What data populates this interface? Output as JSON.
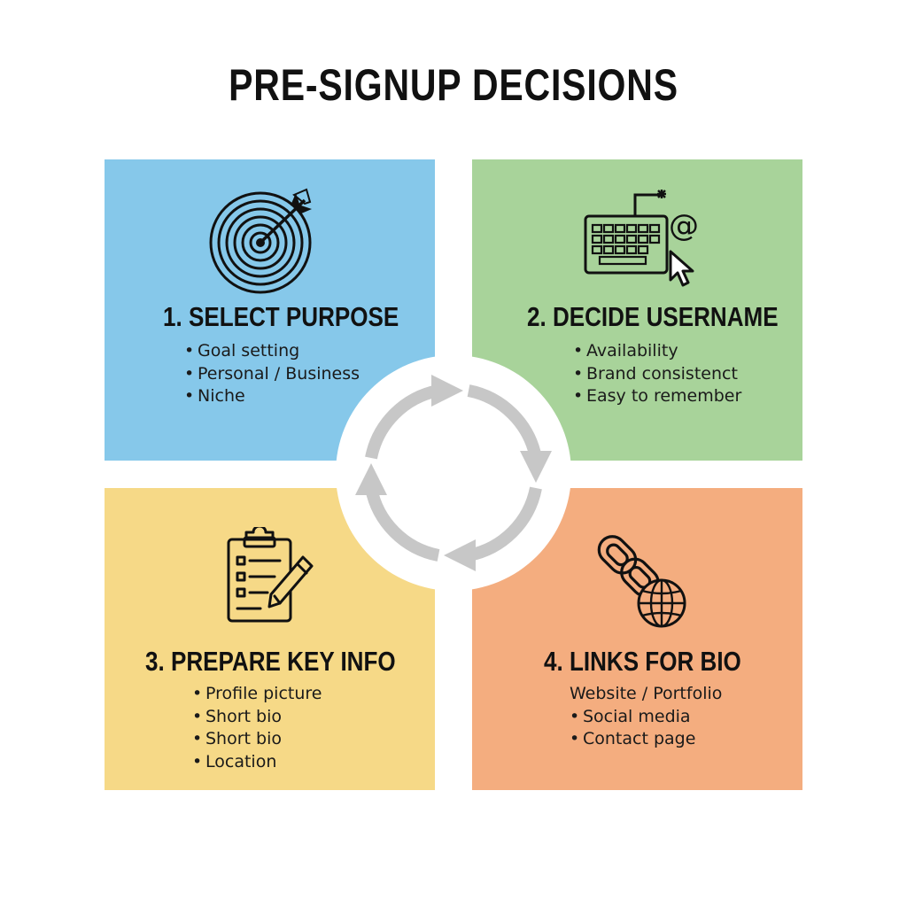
{
  "title": "PRE-SIGNUP DECISIONS",
  "colors": {
    "quadrant_1": "#86c8ea",
    "quadrant_2": "#a8d39a",
    "quadrant_3": "#f6d987",
    "quadrant_4": "#f4ad7f",
    "cycle_arrows": "#c7c7c7"
  },
  "steps": [
    {
      "heading": "1. SELECT PURPOSE",
      "icon": "target-icon",
      "items": [
        "Goal setting",
        "Personal / Business",
        "Niche"
      ]
    },
    {
      "heading": "2. DECIDE USERNAME",
      "icon": "keyboard-icon",
      "items": [
        "Availability",
        "Brand consistenct",
        "Easy to remember"
      ]
    },
    {
      "heading": "3. PREPARE KEY INFO",
      "icon": "clipboard-icon",
      "items": [
        "Profile picture",
        "Short bio",
        "Short bio",
        "Location"
      ]
    },
    {
      "heading": "4. LINKS FOR BIO",
      "icon": "link-globe-icon",
      "first_item": "Website / Portfolio",
      "items": [
        "Social media",
        "Contact page"
      ]
    }
  ],
  "bullet": "•",
  "center_icon": "cycle-arrows-icon"
}
